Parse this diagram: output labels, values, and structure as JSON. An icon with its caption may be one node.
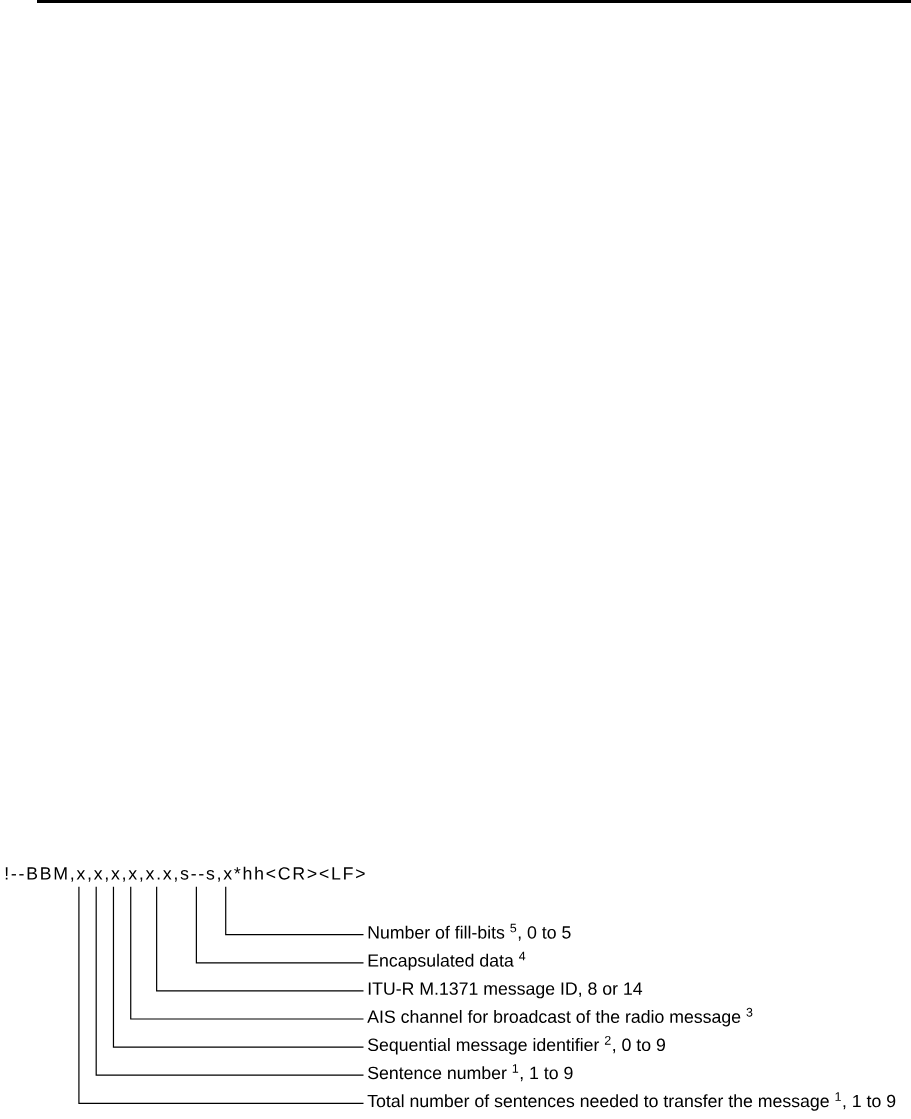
{
  "diagram": {
    "nodes": [
      {
        "text": [
          "!--BBM,x,x,x,x,x.x,s--s,x*hh<CR><LF>"
        ]
      },
      {
        "text": [
          "Number of fill-bits $^{5}$, 0 to 5"
        ]
      },
      {
        "text": [
          "Encapsulated data $^{4}$"
        ]
      },
      {
        "text": [
          "ITU-R M.1371 message ID, 8 or 14"
        ]
      },
      {
        "text": [
          "AIS channel for broadcast of the radio message $^{3}$"
        ]
      },
      {
        "text": [
          "Sequential message identifier $^{2}$, 0 to 9"
        ]
      },
      {
        "text": [
          "Sentence number $^{1}$, 1 to 9"
        ]
      },
      {
        "text": [
          "Total number of sentences needed to transfer the message $^{1}$, 1 to 9"
        ]
      }
    ],
    "edges": [
      {
        "from": 1,
        "to": 0,
        "arrow": "none"
      },
      {
        "from": 2,
        "to": 0,
        "arrow": "none"
      },
      {
        "from": 3,
        "to": 0,
        "arrow": "none"
      },
      {
        "from": 4,
        "to": 0,
        "arrow": "none"
      },
      {
        "from": 5,
        "to": 0,
        "arrow": "none"
      },
      {
        "from": 6,
        "to": 0,
        "arrow": "none"
      },
      {
        "from": 7,
        "to": 0,
        "arrow": "none"
      }
    ]
  }
}
